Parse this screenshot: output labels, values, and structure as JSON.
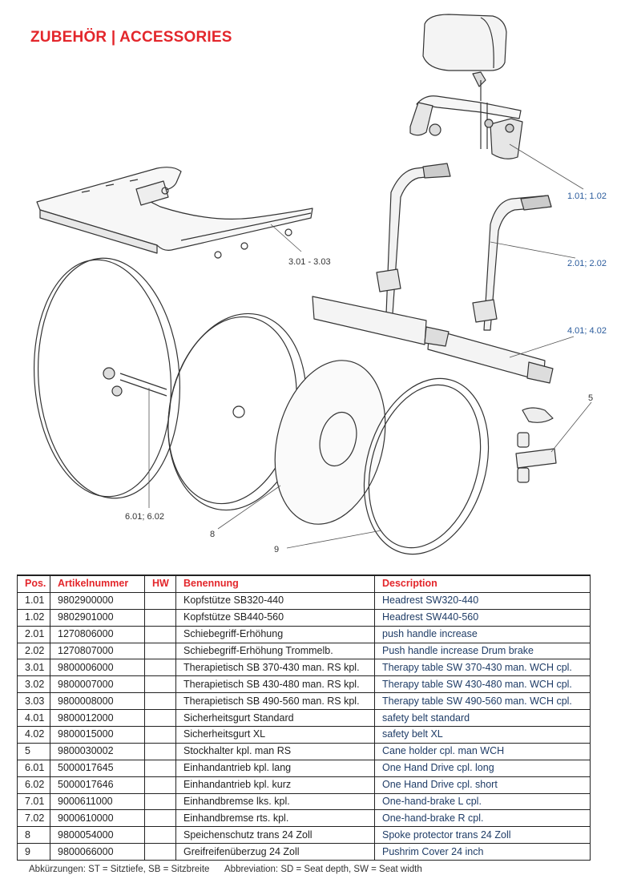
{
  "page": {
    "title": "ZUBEHÖR  |  ACCESSORIES"
  },
  "callouts": {
    "headrest": "1.01; 1.02",
    "push_handle": "2.01; 2.02",
    "table": "3.01 - 3.03",
    "belt": "4.01; 4.02",
    "cane": "5",
    "onehand": "6.01; 6.02",
    "spoke": "8",
    "pushrim": "9"
  },
  "table": {
    "headers": [
      "Pos.",
      "Artikelnummer",
      "HW",
      "Benennung",
      "Description"
    ],
    "rows": [
      [
        "1.01",
        "9802900000",
        "",
        "Kopfstütze SB320-440",
        "Headrest SW320-440"
      ],
      [
        "1.02",
        "9802901000",
        "",
        "Kopfstütze SB440-560",
        "Headrest SW440-560"
      ],
      [
        "2.01",
        "1270806000",
        "",
        "Schiebegriff-Erhöhung",
        "push handle increase"
      ],
      [
        "2.02",
        "1270807000",
        "",
        "Schiebegriff-Erhöhung Trommelb.",
        "Push handle increase Drum brake"
      ],
      [
        "3.01",
        "9800006000",
        "",
        "Therapietisch SB 370-430 man. RS kpl.",
        "Therapy table SW 370-430 man. WCH cpl."
      ],
      [
        "3.02",
        "9800007000",
        "",
        "Therapietisch SB 430-480 man. RS kpl.",
        "Therapy table SW 430-480 man. WCH cpl."
      ],
      [
        "3.03",
        "9800008000",
        "",
        "Therapietisch SB 490-560 man. RS kpl.",
        "Therapy table SW 490-560 man. WCH cpl."
      ],
      [
        "4.01",
        "9800012000",
        "",
        "Sicherheitsgurt Standard",
        "safety belt standard"
      ],
      [
        "4.02",
        "9800015000",
        "",
        "Sicherheitsgurt XL",
        "safety belt XL"
      ],
      [
        "5",
        "9800030002",
        "",
        "Stockhalter kpl. man RS",
        "Cane holder cpl. man WCH"
      ],
      [
        "6.01",
        "5000017645",
        "",
        "Einhandantrieb kpl. lang",
        "One Hand Drive cpl. long"
      ],
      [
        "6.02",
        "5000017646",
        "",
        "Einhandantrieb kpl. kurz",
        "One Hand Drive cpl. short"
      ],
      [
        "7.01",
        "9000611000",
        "",
        "Einhandbremse lks. kpl.",
        "One-hand-brake L cpl."
      ],
      [
        "7.02",
        "9000610000",
        "",
        "Einhandbremse rts. kpl.",
        "One-hand-brake R cpl."
      ],
      [
        "8",
        "9800054000",
        "",
        "Speichenschutz trans 24 Zoll",
        "Spoke protector trans 24 Zoll"
      ],
      [
        "9",
        "9800066000",
        "",
        "Greifreifenüberzug 24 Zoll",
        "Pushrim Cover 24 inch"
      ]
    ]
  },
  "footer": {
    "de": "Abkürzungen: ST = Sitztiefe, SB = Sitzbreite",
    "en": "Abbreviation: SD = Seat depth, SW = Seat width"
  },
  "colors": {
    "accent": "#e3262b",
    "line": "#222222",
    "description_text": "#1f3c66"
  }
}
